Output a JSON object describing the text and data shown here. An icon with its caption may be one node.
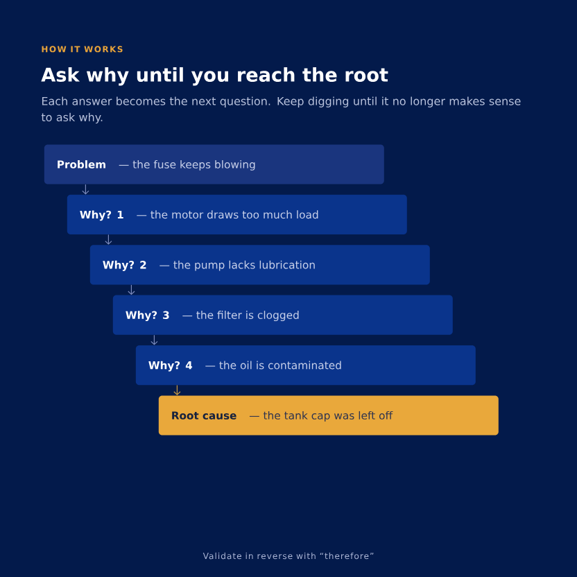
{
  "diagram": {
    "title": "Ask why until you reach the root",
    "nodes": [
      {
        "text": [
          "Problem",
          "— the fuse keeps blowing"
        ]
      },
      {
        "text": [
          "Why? 1",
          "— the motor draws too much load"
        ]
      },
      {
        "text": [
          "Why? 2",
          "— the pump lacks lubrication"
        ]
      },
      {
        "text": [
          "Why? 3",
          "— the filter is clogged"
        ]
      },
      {
        "text": [
          "Why? 4",
          "— the oil is contaminated"
        ]
      },
      {
        "text": [
          "Root cause",
          "— the tank cap was left off"
        ]
      }
    ],
    "edges": [
      {
        "from": 0,
        "to": 1,
        "arrow": "to"
      },
      {
        "from": 1,
        "to": 2,
        "arrow": "to"
      },
      {
        "from": 2,
        "to": 3,
        "arrow": "to"
      },
      {
        "from": 3,
        "to": 4,
        "arrow": "to"
      },
      {
        "from": 4,
        "to": 5,
        "arrow": "to",
        "color": "#c99a45"
      }
    ],
    "labels": [
      "HOW IT WORKS",
      "Each answer becomes the next question. Keep digging until it no longer makes sense to ask why.",
      "Validate in reverse with “therefore”"
    ]
  }
}
